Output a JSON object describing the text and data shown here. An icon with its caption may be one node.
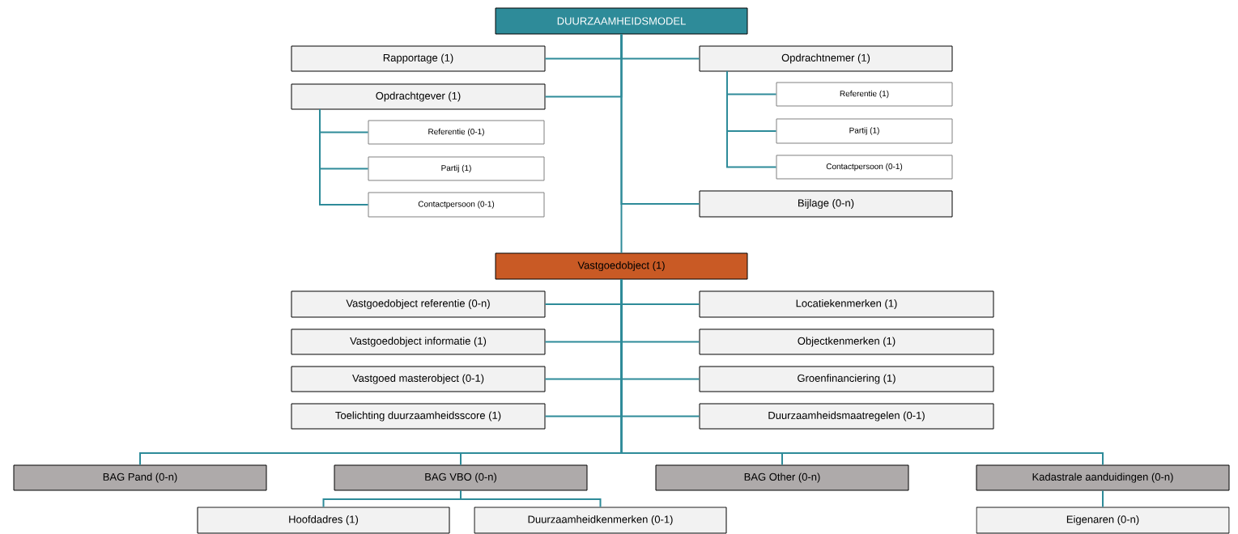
{
  "diagram": {
    "nodes": [
      {
        "text": [
          "DUURZAAMHEIDSMODEL"
        ]
      },
      {
        "text": [
          "Rapportage (1)"
        ]
      },
      {
        "text": [
          "Opdrachtnemer (1)"
        ]
      },
      {
        "text": [
          "Opdrachtgever (1)"
        ]
      },
      {
        "text": [
          "Referentie (1)"
        ]
      },
      {
        "text": [
          "Partij (1)"
        ]
      },
      {
        "text": [
          "Contactpersoon (0-1)"
        ]
      },
      {
        "text": [
          "Referentie (0-1)"
        ]
      },
      {
        "text": [
          "Partij (1)"
        ]
      },
      {
        "text": [
          "Contactpersoon (0-1)"
        ]
      },
      {
        "text": [
          "Bijlage (0-n)"
        ]
      },
      {
        "text": [
          "Vastgoedobject (1)"
        ]
      },
      {
        "text": [
          "Vastgoedobject referentie (0-n)"
        ]
      },
      {
        "text": [
          "Locatiekenmerken (1)"
        ]
      },
      {
        "text": [
          "Vastgoedobject informatie (1)"
        ]
      },
      {
        "text": [
          "Objectkenmerken (1)"
        ]
      },
      {
        "text": [
          "Vastgoed masterobject (0-1)"
        ]
      },
      {
        "text": [
          "Groenfinanciering (1)"
        ]
      },
      {
        "text": [
          "Toelichting duurzaamheidsscore (1)"
        ]
      },
      {
        "text": [
          "Duurzaamheidsmaatregelen (0-1)"
        ]
      },
      {
        "text": [
          "BAG Pand (0-n)"
        ]
      },
      {
        "text": [
          "BAG VBO (0-n)"
        ]
      },
      {
        "text": [
          "BAG Other (0-n)"
        ]
      },
      {
        "text": [
          "Kadastrale aanduidingen (0-n)"
        ]
      },
      {
        "text": [
          "Hoofdadres (1)"
        ]
      },
      {
        "text": [
          "Duurzaamheidkenmerken (0-1)"
        ]
      },
      {
        "text": [
          "Eigenaren (0-n)"
        ]
      }
    ],
    "edges": [
      {
        "from": 0,
        "to": 1,
        "arrow": "none"
      },
      {
        "from": 0,
        "to": 2,
        "arrow": "none"
      },
      {
        "from": 0,
        "to": 3,
        "arrow": "none"
      },
      {
        "from": 2,
        "to": 4,
        "arrow": "none"
      },
      {
        "from": 2,
        "to": 5,
        "arrow": "none"
      },
      {
        "from": 2,
        "to": 6,
        "arrow": "none"
      },
      {
        "from": 3,
        "to": 7,
        "arrow": "none"
      },
      {
        "from": 3,
        "to": 8,
        "arrow": "none"
      },
      {
        "from": 3,
        "to": 9,
        "arrow": "none"
      },
      {
        "from": 0,
        "to": 10,
        "arrow": "none"
      },
      {
        "from": 0,
        "to": 11,
        "arrow": "none"
      },
      {
        "from": 11,
        "to": 12,
        "arrow": "none"
      },
      {
        "from": 11,
        "to": 13,
        "arrow": "none"
      },
      {
        "from": 11,
        "to": 14,
        "arrow": "none"
      },
      {
        "from": 11,
        "to": 15,
        "arrow": "none"
      },
      {
        "from": 11,
        "to": 16,
        "arrow": "none"
      },
      {
        "from": 11,
        "to": 17,
        "arrow": "none"
      },
      {
        "from": 11,
        "to": 18,
        "arrow": "none"
      },
      {
        "from": 11,
        "to": 19,
        "arrow": "none"
      },
      {
        "from": 11,
        "to": 20,
        "arrow": "none"
      },
      {
        "from": 11,
        "to": 21,
        "arrow": "none"
      },
      {
        "from": 11,
        "to": 22,
        "arrow": "none"
      },
      {
        "from": 11,
        "to": 23,
        "arrow": "none"
      },
      {
        "from": 21,
        "to": 24,
        "arrow": "none"
      },
      {
        "from": 21,
        "to": 25,
        "arrow": "none"
      },
      {
        "from": 23,
        "to": 26,
        "arrow": "none"
      }
    ]
  }
}
